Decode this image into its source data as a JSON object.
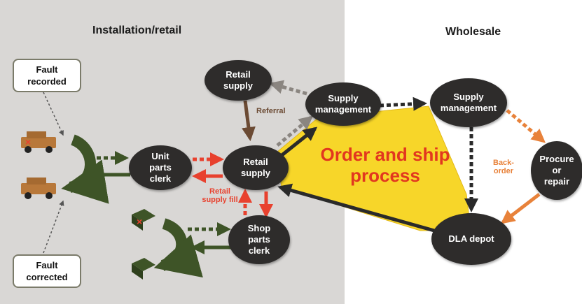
{
  "headings": {
    "installation_retail": "Installation/retail",
    "wholesale": "Wholesale"
  },
  "notes": {
    "fault_recorded": "Fault\nrecorded",
    "fault_corrected": "Fault\ncorrected"
  },
  "nodes": {
    "retail_supply_top": "Retail\nsupply",
    "supply_mgmt_left": "Supply\nmanagement",
    "supply_mgmt_right": "Supply\nmanagement",
    "unit_parts_clerk": "Unit\nparts\nclerk",
    "retail_supply_center": "Retail\nsupply",
    "procure_or_repair": "Procure\nor\nrepair",
    "shop_parts_clerk": "Shop\nparts\nclerk",
    "dla_depot": "DLA depot"
  },
  "edge_labels": {
    "referral": "Referral",
    "retail_supply_fill": "Retail\nsupply fill",
    "back_order": "Back-\norder"
  },
  "center_label": "Order and ship\nprocess",
  "colors": {
    "region_bg": "#d9d7d5",
    "node_fill": "#2e2c2b",
    "process_yellow": "#f7d629",
    "dark_green": "#3e5427",
    "red": "#e8412e",
    "brown": "#6b4a33",
    "orange": "#e8823a"
  }
}
